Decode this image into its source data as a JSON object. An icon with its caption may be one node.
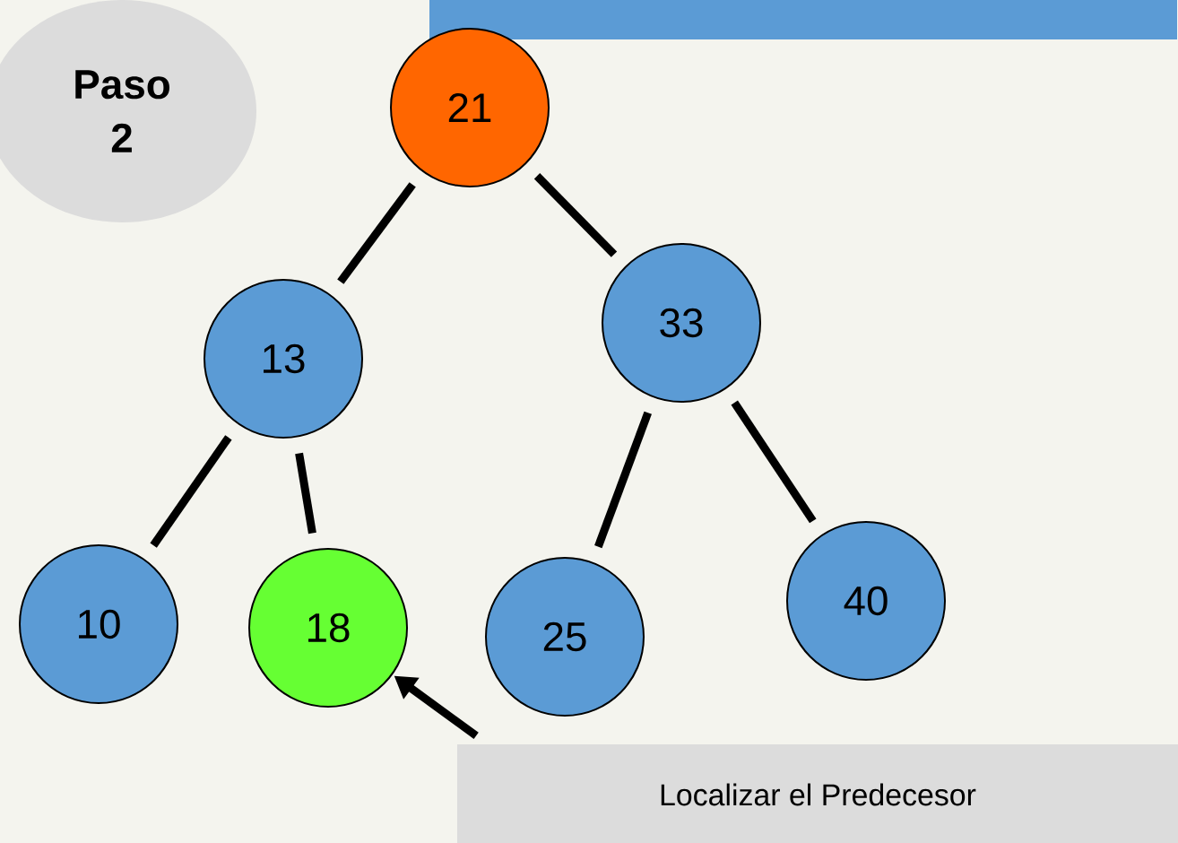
{
  "diagram": {
    "nodes": [
      {
        "text": [],
        "shape": "bar"
      },
      {
        "text": [
          "Paso 2"
        ]
      },
      {
        "text": [
          "21"
        ]
      },
      {
        "text": [
          "13"
        ]
      },
      {
        "text": [
          "33"
        ]
      },
      {
        "text": [
          "10"
        ]
      },
      {
        "text": [
          "18"
        ]
      },
      {
        "text": [
          "25"
        ]
      },
      {
        "text": [
          "40"
        ]
      },
      {
        "text": [
          "Localizar el Predecesor"
        ]
      }
    ],
    "edges": [
      {
        "from": 2,
        "to": 3,
        "arrow": "none"
      },
      {
        "from": 2,
        "to": 4,
        "arrow": "none"
      },
      {
        "from": 3,
        "to": 5,
        "arrow": "none"
      },
      {
        "from": 3,
        "to": 6,
        "arrow": "none"
      },
      {
        "from": 4,
        "to": 7,
        "arrow": "none"
      },
      {
        "from": 4,
        "to": 8,
        "arrow": "none"
      },
      {
        "from": 9,
        "to": 6,
        "arrow": "to"
      }
    ]
  }
}
